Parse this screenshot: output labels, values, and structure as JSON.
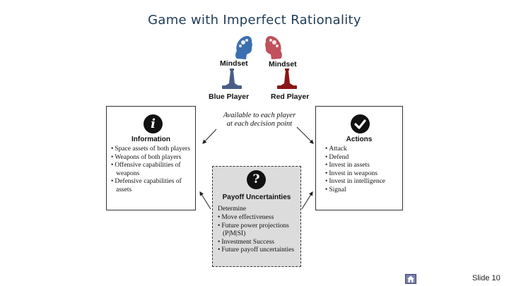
{
  "title": "Game with Imperfect Rationality",
  "players": {
    "blue": {
      "mindset_label": "Mindset",
      "player_label": "Blue Player",
      "color": "#3a6fb0",
      "pawn_color": "#4b5d87"
    },
    "red": {
      "mindset_label": "Mindset",
      "player_label": "Red Player",
      "color": "#c0505a",
      "pawn_color": "#8b1515"
    }
  },
  "available_note": [
    "Available to each player",
    "at each decision point"
  ],
  "information": {
    "icon": "info-icon",
    "icon_glyph": "i",
    "title": "Information",
    "items": [
      "Space assets of both players",
      "Weapons of both players",
      "Offensive capabilities of weapons",
      "Defensive capabilities of assets"
    ]
  },
  "actions": {
    "icon": "checkmark-icon",
    "title": "Actions",
    "items": [
      "Attack",
      "Defend",
      "Invest in assets",
      "Invest in weapons",
      "Invest in intelligence",
      "Signal"
    ]
  },
  "payoff": {
    "icon": "question-icon",
    "icon_glyph": "?",
    "title": "Payoff Uncertainties",
    "intro": "Determine",
    "items": [
      "Move effectiveness",
      "Future power projections (P|M|SI)",
      "Investment Success",
      "Future payoff uncertainties"
    ]
  },
  "footer": {
    "home_icon": "home-icon",
    "slide_number": "Slide 10"
  }
}
